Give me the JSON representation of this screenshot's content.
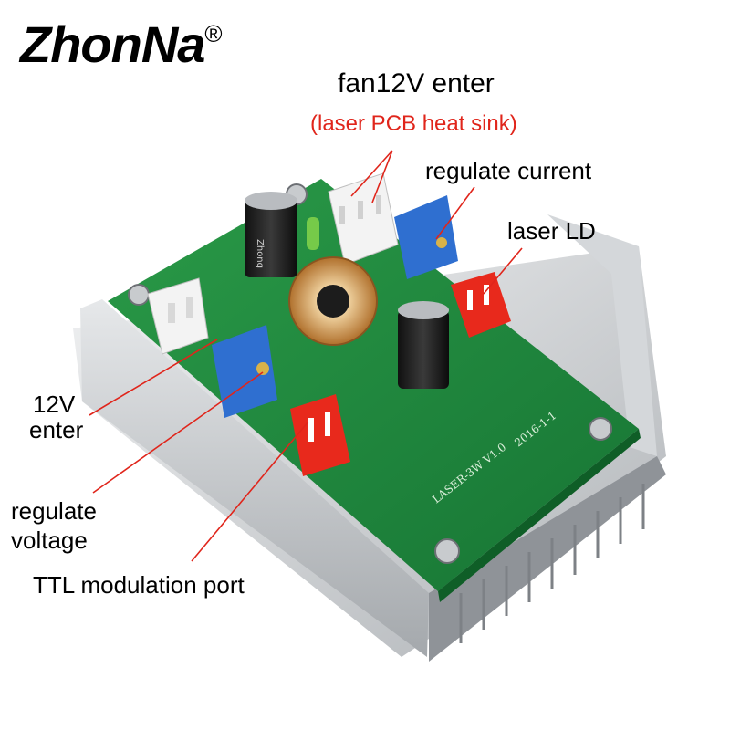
{
  "brand": {
    "name": "ZhonNa",
    "mark": "®"
  },
  "labels": {
    "fan_enter": "fan12V enter",
    "fan_note": "(laser PCB heat sink)",
    "regulate_current": "regulate current",
    "laser_ld": "laser LD",
    "v12_line1": "12V",
    "v12_line2": "enter",
    "regulate_voltage_line1": "regulate",
    "regulate_voltage_line2": "voltage",
    "ttl_port": "TTL modulation port"
  },
  "board_silkscreen": {
    "model": "LASER-3W V1.0",
    "date": "2016-1-1",
    "cap_brand": "Zhong"
  },
  "colors": {
    "leader_line": "#e0251b",
    "note_text": "#e0251b",
    "pcb": "#1f8a3c",
    "heatsink": "#c9cccf",
    "potentiometer": "#2f6fd0",
    "connector_red": "#e8291c"
  }
}
